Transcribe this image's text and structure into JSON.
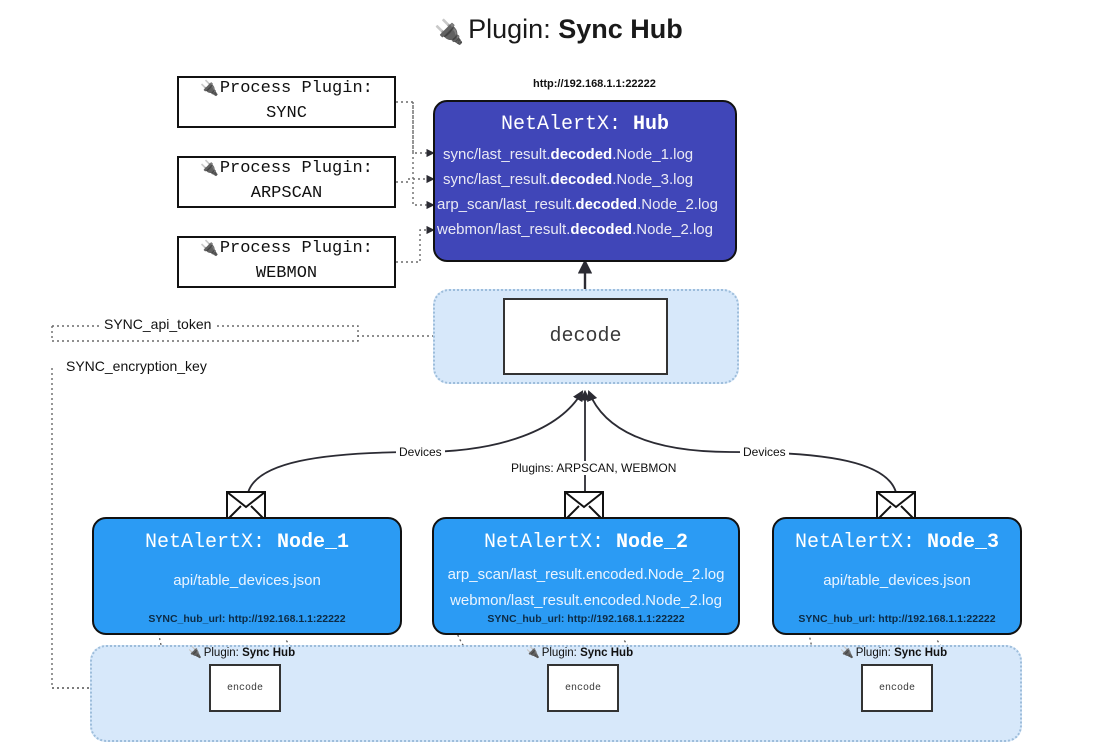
{
  "title": {
    "icon": "plug-icon",
    "glyph": "🔌",
    "lead": "Plugin: ",
    "strong": "Sync Hub"
  },
  "colors": {
    "hub_fill": "#4046b8",
    "node_fill": "#2b9bf4",
    "band_fill": "#d7e8fa",
    "band_border": "#9dbddb",
    "stroke": "#111111"
  },
  "process_plugins": [
    {
      "icon": "plug-icon",
      "glyph": "🔌",
      "line1": "Process Plugin:",
      "line2": "SYNC"
    },
    {
      "icon": "plug-icon",
      "glyph": "🔌",
      "line1": "Process Plugin:",
      "line2": "ARPSCAN"
    },
    {
      "icon": "plug-icon",
      "glyph": "🔌",
      "line1": "Process Plugin:",
      "line2": "WEBMON"
    }
  ],
  "hub": {
    "url": "http://192.168.1.1:22222",
    "header_prefix": "NetAlertX: ",
    "header_name": "Hub",
    "rows": [
      {
        "pre": "sync/last_result.",
        "em": "decoded",
        "post": ".Node_1.log"
      },
      {
        "pre": "sync/last_result.",
        "em": "decoded",
        "post": ".Node_3.log"
      },
      {
        "pre": "arp_scan/last_result.",
        "em": "decoded",
        "post": ".Node_2.log"
      },
      {
        "pre": "webmon/last_result.",
        "em": "decoded",
        "post": ".Node_2.log"
      }
    ]
  },
  "decode": {
    "label": "decode"
  },
  "env_vars": [
    {
      "name": "SYNC_api_token"
    },
    {
      "name": "SYNC_encryption_key"
    }
  ],
  "edge_labels": {
    "devices_left": "Devices",
    "plugins_middle": "Plugins: ARPSCAN, WEBMON",
    "devices_right": "Devices"
  },
  "nodes": [
    {
      "icon": "envelope-icon",
      "header_prefix": "NetAlertX: ",
      "header_name": "Node_1",
      "lines": [
        "api/table_devices.json"
      ],
      "footer": "SYNC_hub_url: http://192.168.1.1:22222"
    },
    {
      "icon": "envelope-icon",
      "header_prefix": "NetAlertX: ",
      "header_name": "Node_2",
      "lines": [
        "arp_scan/last_result.encoded.Node_2.log",
        "webmon/last_result.encoded.Node_2.log"
      ],
      "footer": "SYNC_hub_url: http://192.168.1.1:22222"
    },
    {
      "icon": "envelope-icon",
      "header_prefix": "NetAlertX: ",
      "header_name": "Node_3",
      "lines": [
        "api/table_devices.json"
      ],
      "footer": "SYNC_hub_url: http://192.168.1.1:22222"
    }
  ],
  "encoders": [
    {
      "tag_icon": "plug-icon",
      "tag_glyph": "🔌",
      "tag_lead": "Plugin: ",
      "tag_strong": "Sync Hub",
      "label": "encode"
    },
    {
      "tag_icon": "plug-icon",
      "tag_glyph": "🔌",
      "tag_lead": "Plugin: ",
      "tag_strong": "Sync Hub",
      "label": "encode"
    },
    {
      "tag_icon": "plug-icon",
      "tag_glyph": "🔌",
      "tag_lead": "Plugin: ",
      "tag_strong": "Sync Hub",
      "label": "encode"
    }
  ]
}
